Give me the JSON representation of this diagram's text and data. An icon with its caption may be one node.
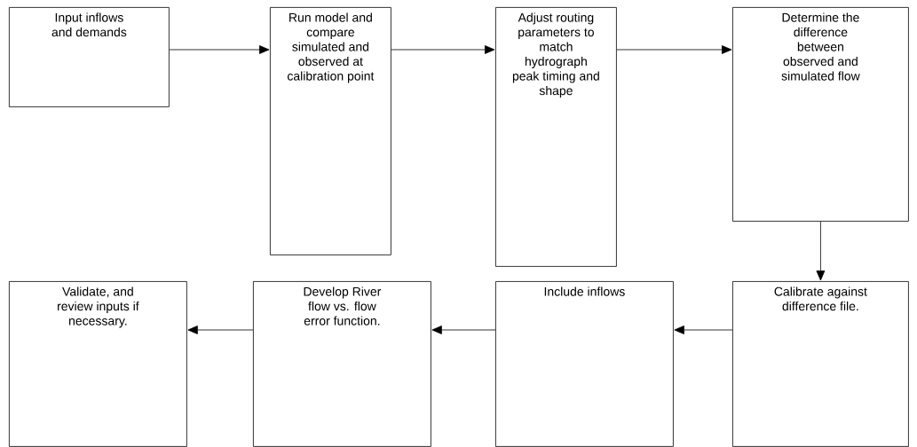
{
  "diagram": {
    "nodes": [
      {
        "text": [
          "Input inflows and demands"
        ]
      },
      {
        "text": [
          "Run model and compare simulated and observed at calibration point"
        ]
      },
      {
        "text": [
          "Adjust routing parameters to match hydrograph peak timing and shape"
        ]
      },
      {
        "text": [
          "Determine the difference between observed and simulated flow"
        ]
      },
      {
        "text": [
          "Calibrate against difference file."
        ]
      },
      {
        "text": [
          "Include inflows"
        ]
      },
      {
        "text": [
          "Develop River flow vs. flow error function."
        ]
      },
      {
        "text": [
          "Validate, and review inputs if necessary."
        ]
      }
    ],
    "edges": [
      {
        "from": 0,
        "to": 1,
        "arrow": "to"
      },
      {
        "from": 1,
        "to": 2,
        "arrow": "to"
      },
      {
        "from": 2,
        "to": 3,
        "arrow": "to"
      },
      {
        "from": 3,
        "to": 4,
        "arrow": "to"
      },
      {
        "from": 4,
        "to": 5,
        "arrow": "to"
      },
      {
        "from": 5,
        "to": 6,
        "arrow": "to"
      },
      {
        "from": 6,
        "to": 7,
        "arrow": "to"
      }
    ]
  }
}
